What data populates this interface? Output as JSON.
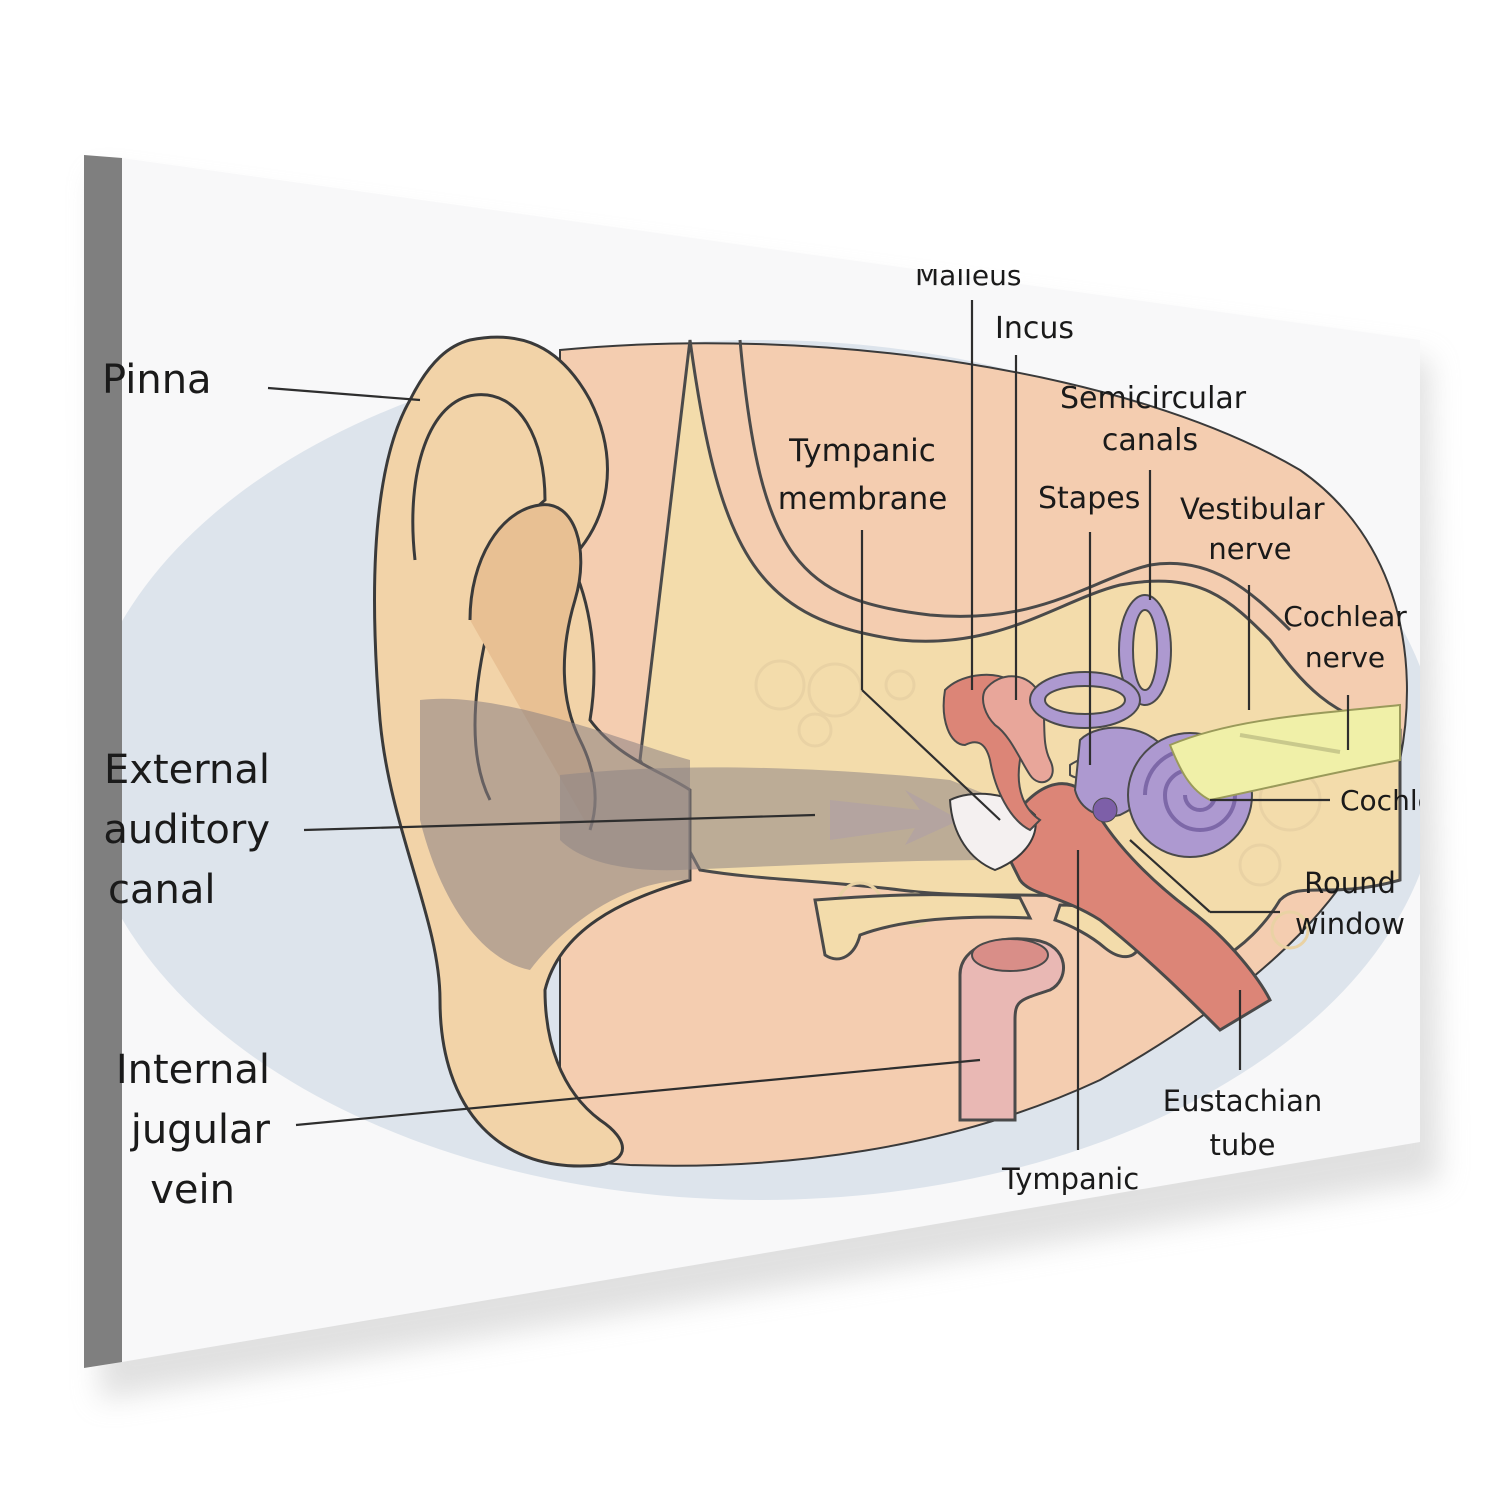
{
  "labels": {
    "malleus": "Malleus",
    "incus": "Incus",
    "pinna": "Pinna",
    "tympanic_membrane_1": "Tympanic",
    "tympanic_membrane_2": "membrane",
    "semicircular_1": "Semicircular",
    "semicircular_2": "canals",
    "stapes": "Stapes",
    "vestibular_1": "Vestibular",
    "vestibular_2": "nerve",
    "cochlear_nerve_1": "Cochlear",
    "cochlear_nerve_2": "nerve",
    "external_1": "External",
    "external_2": "auditory",
    "external_3": "canal",
    "cochlea": "Cochlea",
    "round_window_1": "Round",
    "round_window_2": "window",
    "internal_1": "Internal",
    "internal_2": "jugular",
    "internal_3": "vein",
    "eustachian_1": "Eustachian",
    "eustachian_2": "tube",
    "tympanic_cavity": "Tympanic"
  },
  "colors": {
    "skin": "#f2d3a8",
    "skin_dark": "#e2b889",
    "bone": "#f3dcab",
    "tissue": "#f5cdb5",
    "ossicles": "#dc8577",
    "inner_ear": "#ad99d0",
    "nerve": "#f0f0a8",
    "background_ellipse": "#dde4ec",
    "canvas_edge": "#808080"
  }
}
